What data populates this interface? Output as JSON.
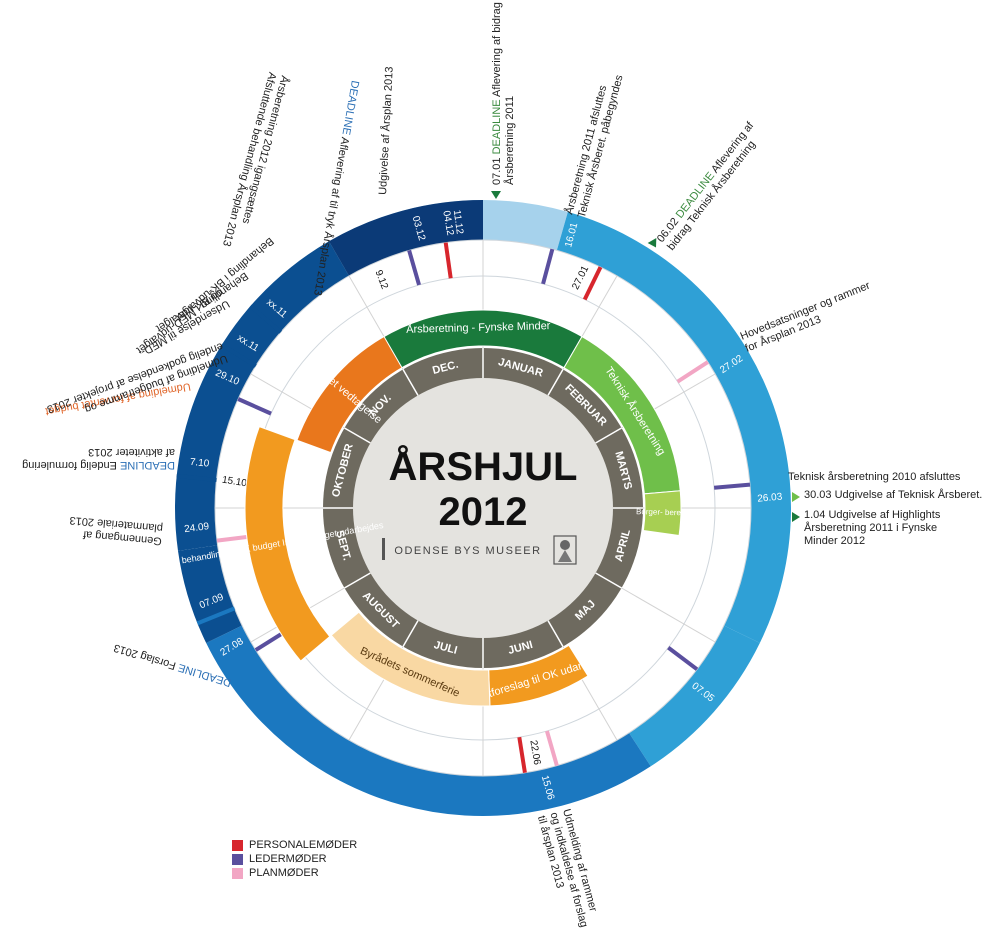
{
  "title": {
    "line1": "ÅRSHJUL",
    "line2": "2012"
  },
  "organization": "ODENSE BYS MUSEER",
  "months": [
    "JANUAR",
    "FEBRUAR",
    "MARTS",
    "APRIL",
    "MAJ",
    "JUNI",
    "JULI",
    "AUGUST",
    "SEPT.",
    "OKTOBER",
    "NOV.",
    "DEC."
  ],
  "projects": [
    {
      "label": "Årsberetning - Fynske Minder",
      "color": "#1a7a3c"
    },
    {
      "label": "Teknisk Årsberetning",
      "color": "#6fbf4a"
    },
    {
      "label": "Borger- beretn.",
      "color": "#a7cf52"
    },
    {
      "label": "Budgetforeslag til OK udarbejdes",
      "color": "#f29a1f"
    },
    {
      "label": "Byrådets sommerferie",
      "color": "#f9d8a3"
    },
    {
      "label": "Politisk behandling af OK budget Internt budget udarbejdes",
      "color": "#f29a1f"
    },
    {
      "label": "Budget vedtagelse",
      "color": "#e9771c"
    }
  ],
  "date_markers": [
    "16.01",
    "27.01",
    "27.02",
    "26.03",
    "07.05",
    "15.06",
    "22.06",
    "27.08",
    "07.09",
    "24.09",
    "7.10",
    "15.10",
    "29.10",
    "xx.11",
    "xx.11",
    "9.12",
    "03.12",
    "04.12",
    "11.12"
  ],
  "annotations": {
    "a0701": {
      "date": "07.01",
      "deadline": "DEADLINE",
      "text1": "Aflevering af bidrag Highlights",
      "text2": "Årsberetning 2011"
    },
    "a1601": {
      "text1": "Årsberetning 2011 afsluttes",
      "text2": "Teknisk Årsberet. påbegyndes"
    },
    "a0602": {
      "date": "06.02",
      "deadline": "DEADLINE",
      "text1": "Aflevering af",
      "text2": "bidrag Teknisk Årsberetning"
    },
    "a2702": {
      "text1": "Hovedsatsninger og rammer",
      "text2": "for Årsplan 2013"
    },
    "a2603": {
      "text1": "Teknisk årsberetning 2010 afsluttes"
    },
    "a3003": {
      "text1": "30.03  Udgivelse af  Teknisk Årsberet."
    },
    "a0104": {
      "text1": "1.04  Udgivelse af Highlights",
      "text2": "Årsberetning 2011 i Fynske",
      "text3": "Minder 2012"
    },
    "a1506": {
      "text1": "Udmelding  af rammer",
      "text2": "og indkaldelse af forslag",
      "text3": "til årsplan 2013"
    },
    "a2708": {
      "deadline": "DEADLINE",
      "text1": "Forslag 2013"
    },
    "a2409": {
      "text1": "Gennemgang af",
      "text2": "planmateriale 2013"
    },
    "a0710": {
      "deadline": "DEADLINE",
      "text1": "Endelig formulering",
      "text2": "af aktiviteter 2013"
    },
    "a1510": {
      "text1": "Udmelding af forventet budget"
    },
    "a2910": {
      "text1": "Udmelding af budgetramme og",
      "text2": "endelig godkendelse af projekter 2013"
    },
    "axx11a": {
      "text1": "Udsendelse til MED-",
      "text2": "og BK-udvalget"
    },
    "axx11b": {
      "text1": "Behandling i MED-udvalget"
    },
    "axx11c": {
      "text1": "Behandling i BK-udvalget"
    },
    "a0312": {
      "text1": "Årsberetning 2012 igangsættes",
      "text2": "Afsluttende behandling Årsplan 2013"
    },
    "a0412": {
      "deadline": "DEADLINE",
      "text1": "Aflevering af til tryk Årsplan 2013"
    },
    "a1112": {
      "text1": "Udgivelse af Årsplan 2013"
    }
  },
  "legend": [
    {
      "label": "PERSONALEMØDER",
      "color": "#d7262d"
    },
    {
      "label": "LEDERMØDER",
      "color": "#5a4f9e"
    },
    {
      "label": "PLANMØDER",
      "color": "#f2a6c4"
    }
  ],
  "colors": {
    "ring_light": "#a6d2ec",
    "ring_mid": "#2fa0d6",
    "ring_blue": "#1b78c0",
    "ring_dark": "#0b4f91",
    "ring_navy": "#0b3a77",
    "month_ring": "#6e6a5f",
    "center_fill": "#e4e3df",
    "deadline_green": "#3a8a3e",
    "deadline_blue": "#2b6fb5",
    "highlight_orange": "#e0662a"
  }
}
